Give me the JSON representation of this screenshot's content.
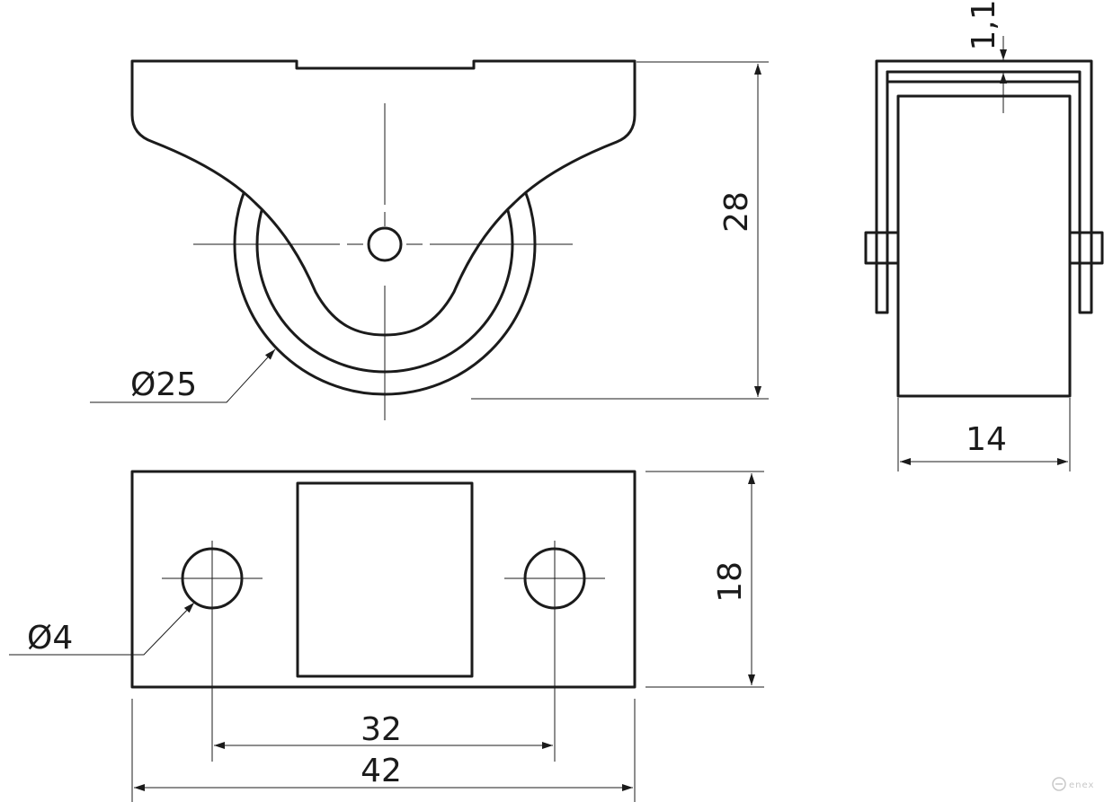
{
  "dimensions": {
    "wheel_diameter": "Ø25",
    "height": "28",
    "thickness": "1,1",
    "width": "14",
    "plate_width": "18",
    "hole_diameter": "Ø4",
    "hole_spacing": "32",
    "plate_length": "42"
  },
  "watermark": "enex",
  "colors": {
    "line": "#1b1b1b",
    "background": "#ffffff",
    "watermark": "#c8c8c8"
  }
}
